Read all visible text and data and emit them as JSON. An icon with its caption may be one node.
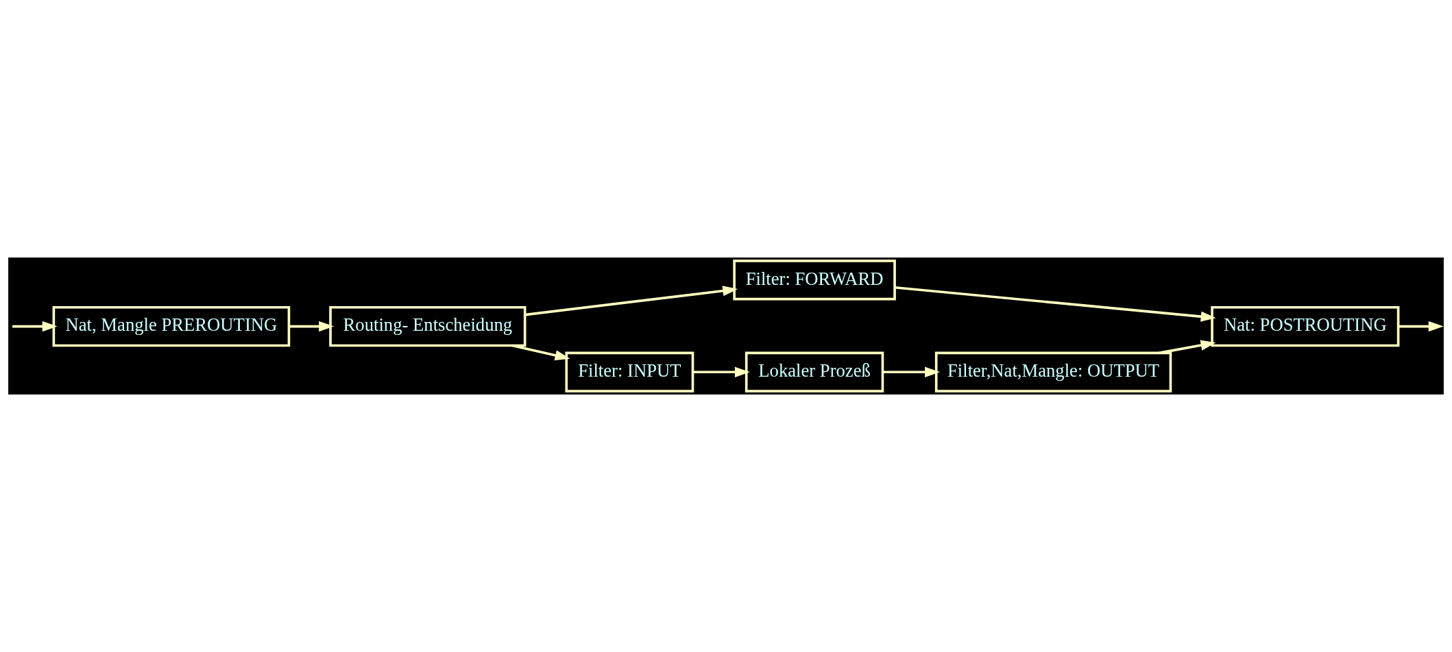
{
  "diagram": {
    "nodes": [
      {
        "text": [
          "Nat, Mangle PREROUTING"
        ]
      },
      {
        "text": [
          "Routing- Entscheidung"
        ]
      },
      {
        "text": [
          "Filter: FORWARD"
        ]
      },
      {
        "text": [
          "Nat: POSTROUTING"
        ]
      },
      {
        "text": [
          "Filter: INPUT"
        ]
      },
      {
        "text": [
          "Filter,Nat,Mangle: OUTPUT"
        ]
      },
      {
        "text": [
          "Lokaler Prozeß"
        ]
      }
    ],
    "edges": [
      {
        "from": null,
        "to": 0,
        "arrow": "to"
      },
      {
        "from": 0,
        "to": 1,
        "arrow": "to"
      },
      {
        "from": 1,
        "to": 2,
        "arrow": "to"
      },
      {
        "from": 2,
        "to": 3,
        "arrow": "to"
      },
      {
        "from": 3,
        "to": null,
        "arrow": "to"
      },
      {
        "from": 1,
        "to": 4,
        "arrow": "to"
      },
      {
        "from": 4,
        "to": 6,
        "arrow": "to"
      },
      {
        "from": 6,
        "to": 5,
        "arrow": "to"
      },
      {
        "from": 5,
        "to": 3,
        "arrow": "to"
      }
    ]
  }
}
